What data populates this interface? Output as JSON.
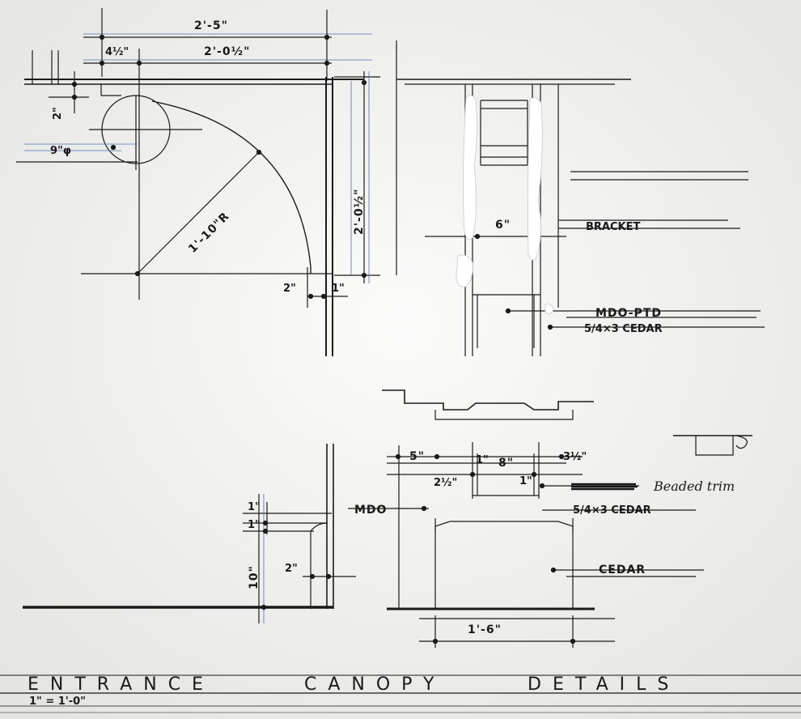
{
  "sheet": {
    "title_word1": "ENTRANCE",
    "title_word2": "CANOPY",
    "title_word3": "DETAILS",
    "scale": "1\" = 1'-0\""
  },
  "plan": {
    "dim_overall": "2'-5\"",
    "dim_offset": "4½\"",
    "dim_width": "2'-0½\"",
    "dim_depth": "2'-0½\"",
    "dim_radius": "1'-10\"R",
    "dim_hole": "9\"φ",
    "dim_top_small": "2\"",
    "dim_bottom_left": "2\"",
    "dim_bottom_right": "1\""
  },
  "bracket_elevation": {
    "dim_width": "6\"",
    "label_bracket": "BRACKET",
    "label_mdo": "MDO-PTD",
    "label_cedar": "5/4×3 CEDAR"
  },
  "column_detail": {
    "dim_left": "5\"",
    "dim_a": "2½\"",
    "dim_b": "1\"",
    "dim_c": "8\"",
    "dim_d": "1\"",
    "dim_e": "3½\"",
    "label_beaded": "Beaded trim",
    "label_mdo": "MDO",
    "label_cedar_trim": "5/4×3 CEDAR",
    "label_cedar": "CEDAR",
    "dim_base": "1'-6\""
  },
  "base_section": {
    "dim_small_1": "1\"",
    "dim_small_2": "1\"",
    "dim_height": "10\"",
    "dim_base": "2\""
  }
}
